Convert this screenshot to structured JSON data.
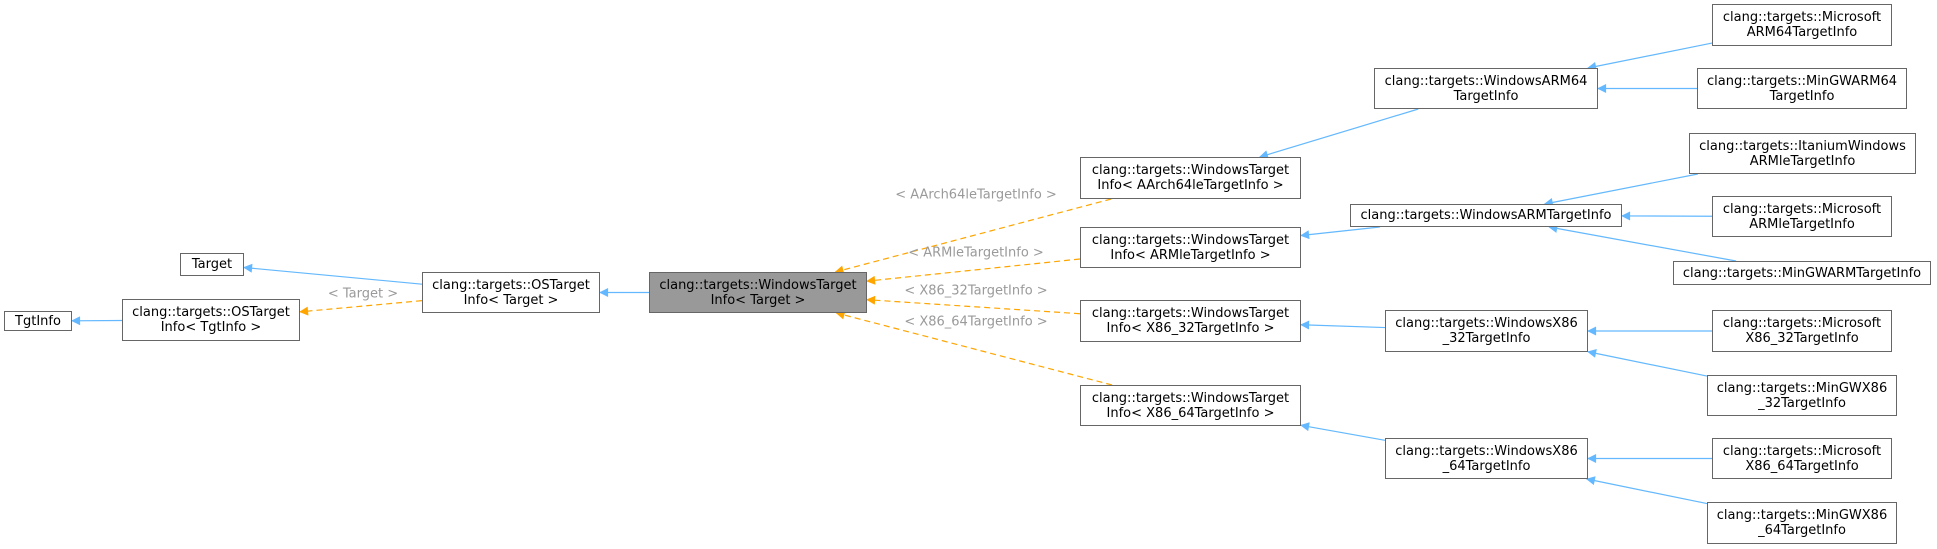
{
  "colors": {
    "inheritance": "#63b8ff",
    "template": "#ffa500",
    "node_border": "#666666",
    "focus_fill": "#999999",
    "label_text": "#9a9a9a"
  },
  "nodes": {
    "tgtinfo": [
      "TgtInfo"
    ],
    "target": [
      "Target"
    ],
    "ostarget_tgtinfo": [
      "clang::targets::OSTarget",
      "Info< TgtInfo >"
    ],
    "ostarget_target": [
      "clang::targets::OSTarget",
      "Info< Target >"
    ],
    "windowstarget": [
      "clang::targets::WindowsTarget",
      "Info< Target >"
    ],
    "wt_aarch64": [
      "clang::targets::WindowsTarget",
      "Info< AArch64leTargetInfo >"
    ],
    "wt_armle": [
      "clang::targets::WindowsTarget",
      "Info< ARMleTargetInfo >"
    ],
    "wt_x86_32": [
      "clang::targets::WindowsTarget",
      "Info< X86_32TargetInfo >"
    ],
    "wt_x86_64": [
      "clang::targets::WindowsTarget",
      "Info< X86_64TargetInfo >"
    ],
    "windows_arm64": [
      "clang::targets::WindowsARM64",
      "TargetInfo"
    ],
    "windows_arm": [
      "clang::targets::WindowsARMTargetInfo"
    ],
    "windows_x86_32": [
      "clang::targets::WindowsX86",
      "_32TargetInfo"
    ],
    "windows_x86_64": [
      "clang::targets::WindowsX86",
      "_64TargetInfo"
    ],
    "ms_arm64": [
      "clang::targets::Microsoft",
      "ARM64TargetInfo"
    ],
    "mingw_arm64": [
      "clang::targets::MinGWARM64",
      "TargetInfo"
    ],
    "itanium_armle": [
      "clang::targets::ItaniumWindows",
      "ARMleTargetInfo"
    ],
    "ms_armle": [
      "clang::targets::Microsoft",
      "ARMleTargetInfo"
    ],
    "mingw_arm": [
      "clang::targets::MinGWARMTargetInfo"
    ],
    "ms_x86_32": [
      "clang::targets::Microsoft",
      "X86_32TargetInfo"
    ],
    "mingw_x86_32": [
      "clang::targets::MinGWX86",
      "_32TargetInfo"
    ],
    "ms_x86_64": [
      "clang::targets::Microsoft",
      "X86_64TargetInfo"
    ],
    "mingw_x86_64": [
      "clang::targets::MinGWX86",
      "_64TargetInfo"
    ]
  },
  "edge_labels": {
    "target": "< Target >",
    "aarch64": "< AArch64leTargetInfo >",
    "armle": "< ARMleTargetInfo >",
    "x86_32": "< X86_32TargetInfo >",
    "x86_64": "< X86_64TargetInfo >"
  },
  "edges": [
    {
      "from": "ostarget_tgtinfo",
      "to": "tgtinfo",
      "kind": "inheritance"
    },
    {
      "from": "ostarget_target",
      "to": "target",
      "kind": "inheritance"
    },
    {
      "from": "ostarget_target",
      "to": "ostarget_tgtinfo",
      "kind": "template",
      "label": "target"
    },
    {
      "from": "windowstarget",
      "to": "ostarget_target",
      "kind": "inheritance"
    },
    {
      "from": "wt_aarch64",
      "to": "windowstarget",
      "kind": "template",
      "label": "aarch64"
    },
    {
      "from": "wt_armle",
      "to": "windowstarget",
      "kind": "template",
      "label": "armle"
    },
    {
      "from": "wt_x86_32",
      "to": "windowstarget",
      "kind": "template",
      "label": "x86_32"
    },
    {
      "from": "wt_x86_64",
      "to": "windowstarget",
      "kind": "template",
      "label": "x86_64"
    },
    {
      "from": "windows_arm64",
      "to": "wt_aarch64",
      "kind": "inheritance"
    },
    {
      "from": "windows_arm",
      "to": "wt_armle",
      "kind": "inheritance"
    },
    {
      "from": "windows_x86_32",
      "to": "wt_x86_32",
      "kind": "inheritance"
    },
    {
      "from": "windows_x86_64",
      "to": "wt_x86_64",
      "kind": "inheritance"
    },
    {
      "from": "ms_arm64",
      "to": "windows_arm64",
      "kind": "inheritance"
    },
    {
      "from": "mingw_arm64",
      "to": "windows_arm64",
      "kind": "inheritance"
    },
    {
      "from": "itanium_armle",
      "to": "windows_arm",
      "kind": "inheritance"
    },
    {
      "from": "ms_armle",
      "to": "windows_arm",
      "kind": "inheritance"
    },
    {
      "from": "mingw_arm",
      "to": "windows_arm",
      "kind": "inheritance"
    },
    {
      "from": "ms_x86_32",
      "to": "windows_x86_32",
      "kind": "inheritance"
    },
    {
      "from": "mingw_x86_32",
      "to": "windows_x86_32",
      "kind": "inheritance"
    },
    {
      "from": "ms_x86_64",
      "to": "windows_x86_64",
      "kind": "inheritance"
    },
    {
      "from": "mingw_x86_64",
      "to": "windows_x86_64",
      "kind": "inheritance"
    }
  ]
}
